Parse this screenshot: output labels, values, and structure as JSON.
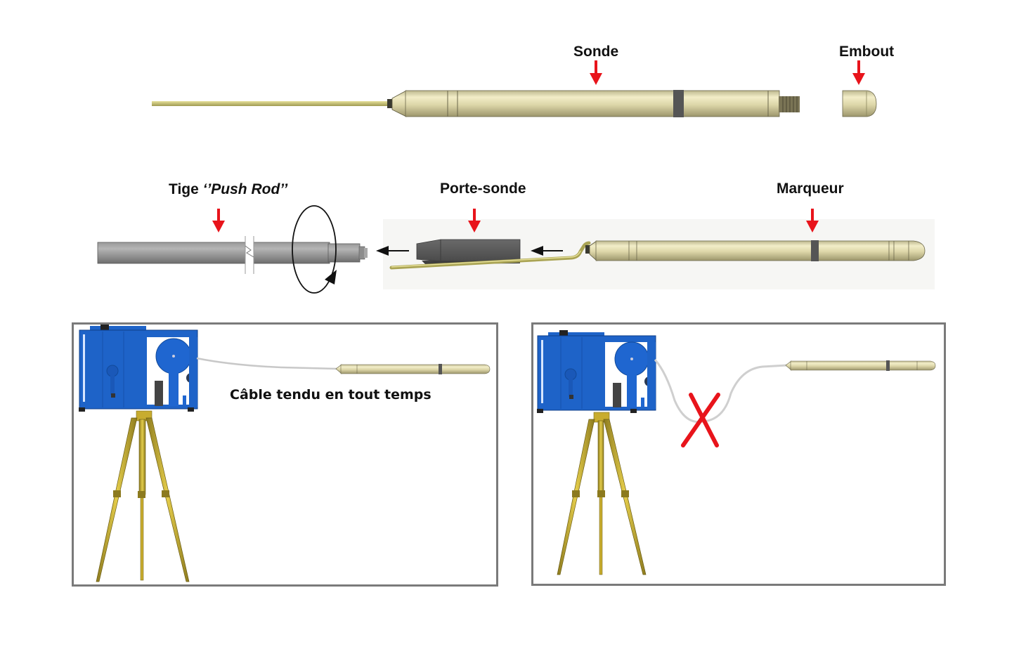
{
  "figure": {
    "top_row": {
      "sonde_label": "Sonde",
      "embout_label": "Embout"
    },
    "middle_row": {
      "tige_label_prefix": "Tige ",
      "tige_label_italic": "‘’Push Rod’’",
      "porte_sonde_label": "Porte-sonde",
      "marqueur_label": "Marqueur"
    },
    "panel_correct": {
      "caption": "Câble tendu en tout temps"
    },
    "panel_incorrect": {
      "marker": "incorrect-x"
    },
    "colors": {
      "probe_body": "#d9d3a6",
      "probe_shade": "#a9a37a",
      "cable": "#c9c27a",
      "pointer_arrow": "#e8141b",
      "rod_gray": "#8a8a8a",
      "reel_blue": "#1e63c8",
      "tripod_gold": "#c8ac2e",
      "panel_border": "#7a7a7a"
    }
  }
}
